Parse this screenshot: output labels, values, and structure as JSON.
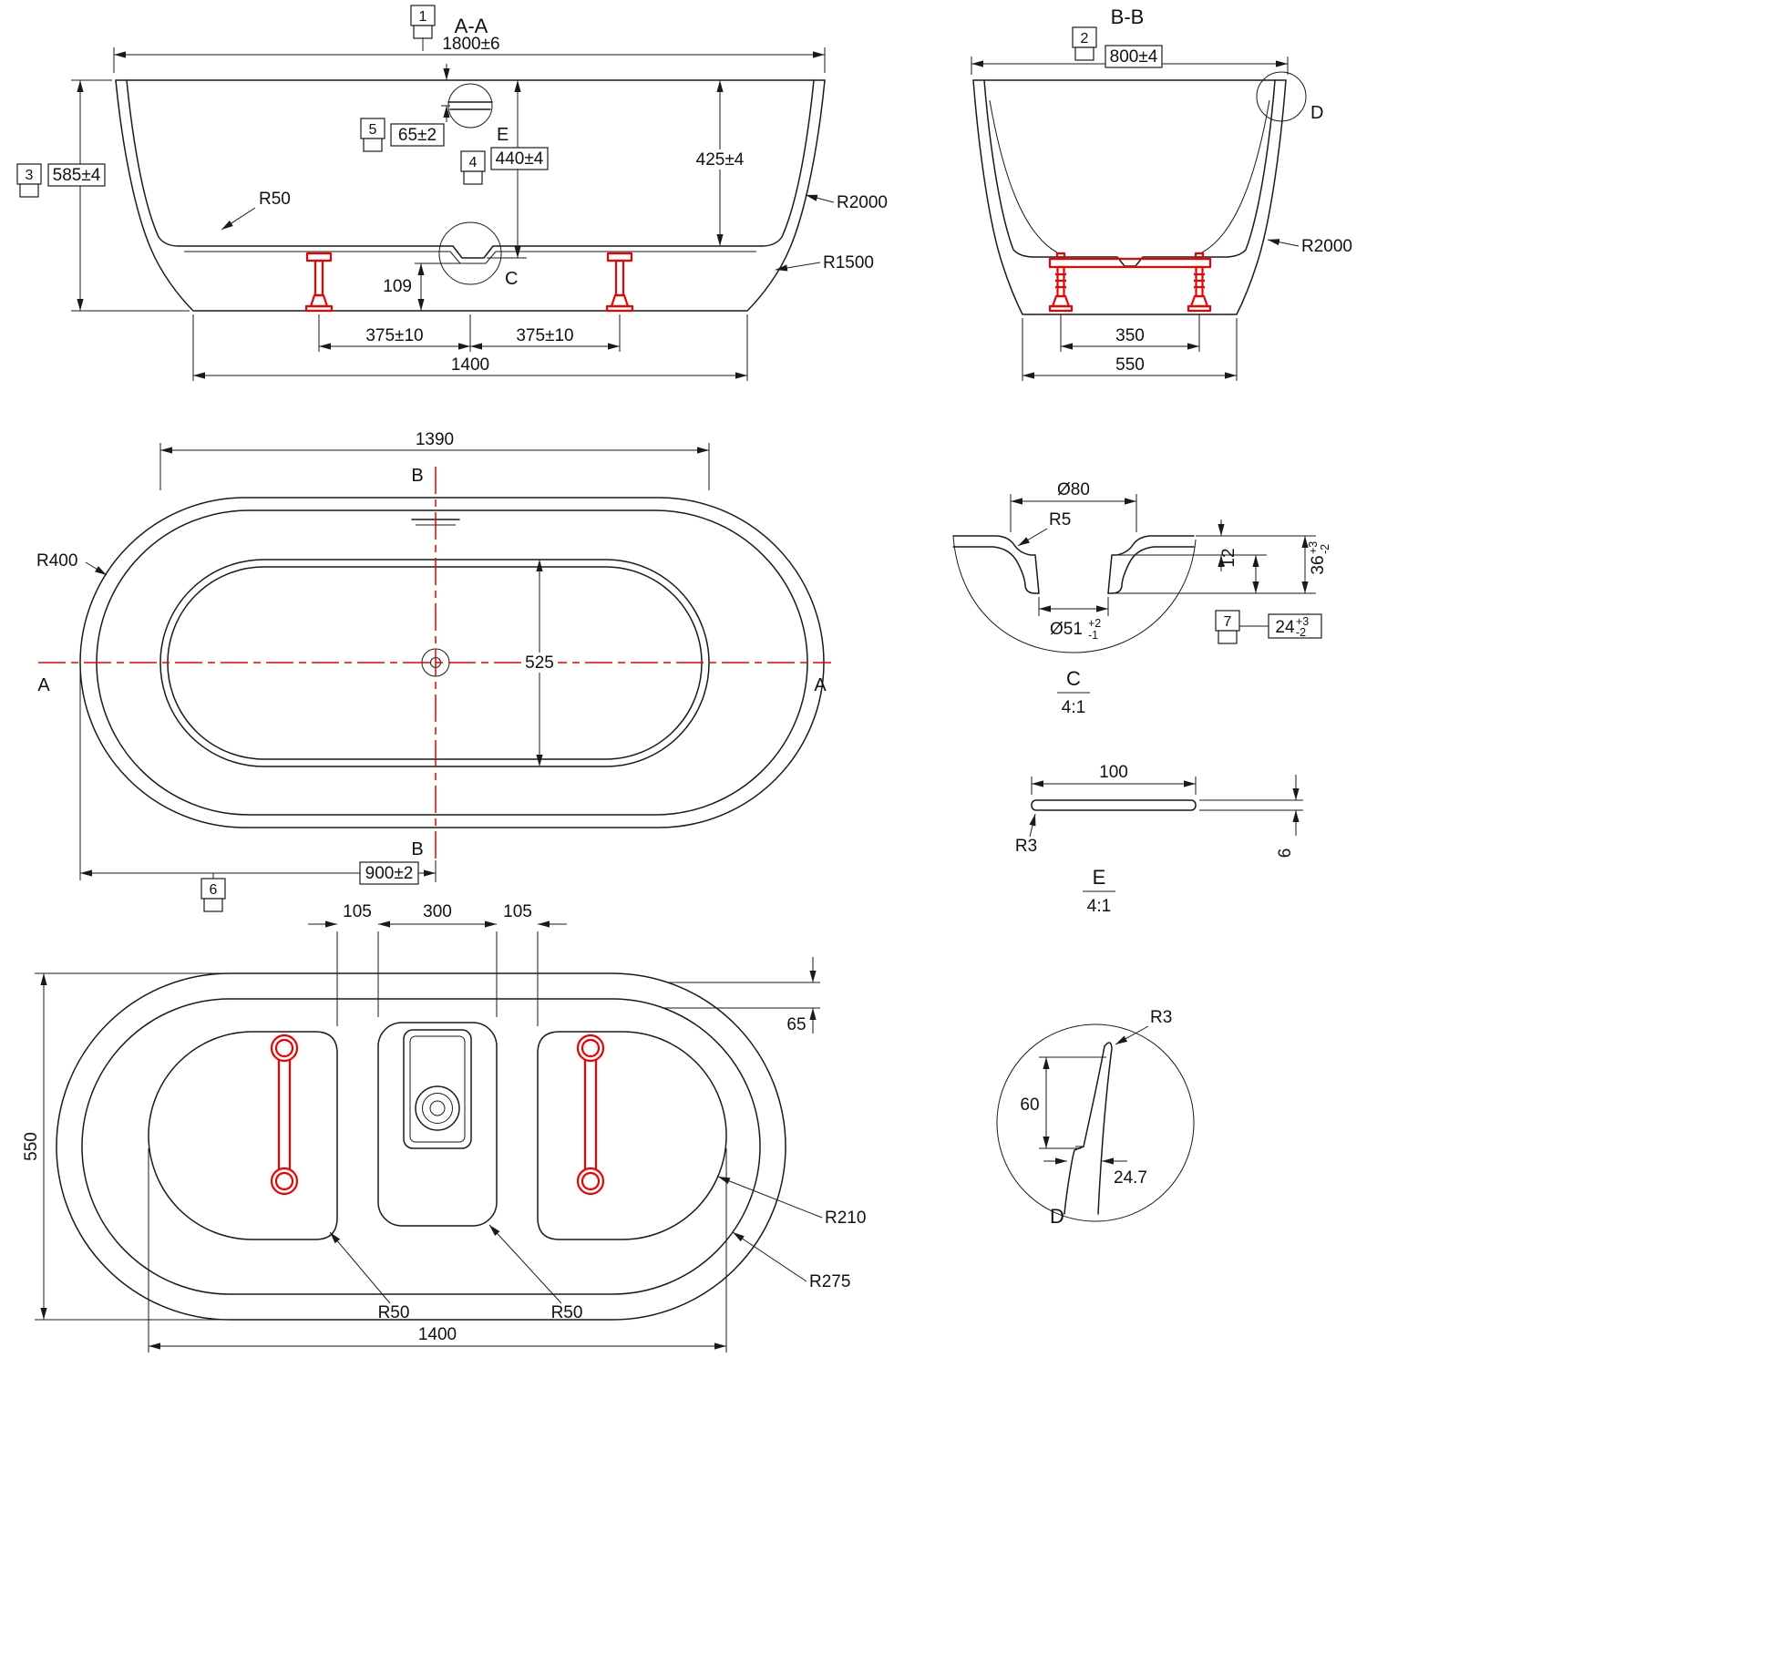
{
  "colors": {
    "line": "#1a1a1a",
    "accent_red": "#ec0000",
    "background": "#ffffff"
  },
  "section_aa": {
    "title": "A-A",
    "balloons": {
      "b1": "1",
      "b3": "3",
      "b4": "4",
      "b5": "5"
    },
    "dims": {
      "overall_width": "1800±6",
      "overall_height": "585±4",
      "overflow_depth": "65±2",
      "depth_center": "440±4",
      "depth_inner": "425±4",
      "fillet_radius": "R50",
      "wall_radius_upper": "R2000",
      "wall_radius_lower": "R1500",
      "drain_to_floor": "109",
      "foot_spacing_left": "375±10",
      "foot_spacing_right": "375±10",
      "base_width": "1400"
    },
    "detail_marks": {
      "e": "E",
      "c": "C"
    }
  },
  "section_bb": {
    "title": "B-B",
    "balloons": {
      "b2": "2"
    },
    "dims": {
      "overall_width": "800±4",
      "wall_radius": "R2000",
      "foot_spacing": "350",
      "base_width": "550"
    },
    "detail_marks": {
      "d": "D"
    }
  },
  "top_view": {
    "balloons": {
      "b6": "6"
    },
    "dims": {
      "basin_length": "1390",
      "end_radius": "R400",
      "basin_width": "525",
      "drain_offset": "900±2"
    },
    "section_marks": {
      "a_left": "A",
      "a_right": "A",
      "b_top": "B",
      "b_bottom": "B"
    }
  },
  "detail_c": {
    "title": "C",
    "scale": "4:1",
    "balloons": {
      "b7": "7"
    },
    "dims": {
      "recess_dia": "Ø80",
      "step_radius": "R5",
      "step_depth": "12",
      "total_depth": {
        "value": "36",
        "tol_up": "+3",
        "tol_dn": "-2"
      },
      "hole_dia": {
        "value": "Ø51",
        "tol_up": "+2",
        "tol_dn": "-1"
      },
      "boss_depth": {
        "value": "24",
        "tol_up": "+3",
        "tol_dn": "-2"
      }
    }
  },
  "detail_e": {
    "title": "E",
    "scale": "4:1",
    "dims": {
      "length": "100",
      "edge_radius": "R3",
      "thickness": "6"
    }
  },
  "bottom_view": {
    "dims": {
      "pocket_offset_left": "105",
      "recess_width": "300",
      "pocket_offset_right": "105",
      "rim_offset": "65",
      "overall_height": "550",
      "pocket_end_radius": "R210",
      "oval_end_radius": "R275",
      "corner_radius_left": "R50",
      "corner_radius_right": "R50",
      "base_length": "1400"
    }
  },
  "detail_d": {
    "title": "D",
    "dims": {
      "tip_radius": "R3",
      "rim_height": "60",
      "rim_width": "24.7"
    }
  }
}
